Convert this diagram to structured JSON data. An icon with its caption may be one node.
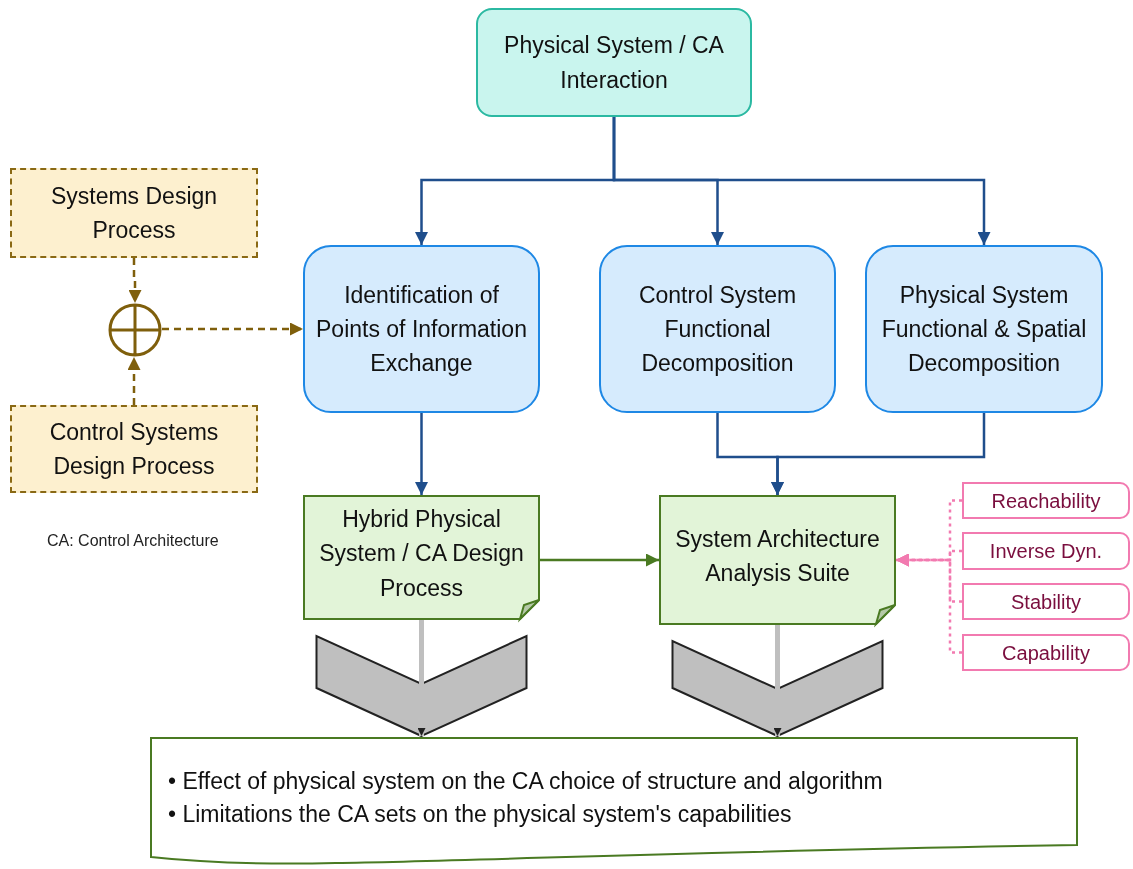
{
  "diagram": {
    "nodes": [
      {
        "text": [
          "Physical System / CA Interaction"
        ]
      },
      {
        "text": [
          "Systems Design Process"
        ]
      },
      {
        "text": [],
        "shape": "circle"
      },
      {
        "text": [
          "Control Systems Design Process"
        ]
      },
      {
        "text": [
          "Identification of Points of Information Exchange"
        ]
      },
      {
        "text": [
          "Control System Functional Decomposition"
        ]
      },
      {
        "text": [
          "Physical System Functional & Spatial Decomposition"
        ]
      },
      {
        "text": [
          "Hybrid Physical System / CA Design Process"
        ]
      },
      {
        "text": [
          "System Architecture Analysis Suite"
        ]
      },
      {
        "text": [
          "Reachability"
        ]
      },
      {
        "text": [
          "Inverse Dyn."
        ]
      },
      {
        "text": [
          "Stability"
        ]
      },
      {
        "text": [
          "Capability"
        ]
      },
      {
        "text": [
          "• Effect of physical system on the CA choice of structure and algorithm",
          "• Limitations the CA sets on the physical system's capabilities"
        ]
      }
    ],
    "edges": [
      {
        "from": 0,
        "to": 4,
        "arrow": "to"
      },
      {
        "from": 0,
        "to": 5,
        "arrow": "to"
      },
      {
        "from": 0,
        "to": 6,
        "arrow": "to"
      },
      {
        "from": 1,
        "to": 2,
        "arrow": "to",
        "style": "dashed",
        "color": "#7f5f0c"
      },
      {
        "from": 3,
        "to": 2,
        "arrow": "to",
        "style": "dashed",
        "color": "#7f5f0c"
      },
      {
        "from": 2,
        "to": 4,
        "arrow": "to",
        "style": "dashed",
        "color": "#7f5f0c"
      },
      {
        "from": 4,
        "to": 7,
        "arrow": "to"
      },
      {
        "from": 5,
        "to": 8,
        "arrow": "to"
      },
      {
        "from": 6,
        "to": 8,
        "arrow": "to"
      },
      {
        "from": 7,
        "to": 8,
        "arrow": "to",
        "color": "#4a7a22"
      },
      {
        "from": 9,
        "to": 8,
        "arrow": "to",
        "style": "dashed",
        "color": "#f27ab0"
      },
      {
        "from": 10,
        "to": 8,
        "arrow": "to",
        "style": "dashed",
        "color": "#f27ab0"
      },
      {
        "from": 11,
        "to": 8,
        "arrow": "to",
        "style": "dashed",
        "color": "#f27ab0"
      },
      {
        "from": 12,
        "to": 8,
        "arrow": "to",
        "style": "dashed",
        "color": "#f27ab0"
      },
      {
        "from": 7,
        "to": 13,
        "arrow": "to",
        "style": "thick",
        "color": "#bfbfbf"
      },
      {
        "from": 8,
        "to": 13,
        "arrow": "to",
        "style": "thick",
        "color": "#bfbfbf"
      }
    ],
    "labels": [
      "CA: Control Architecture"
    ]
  }
}
